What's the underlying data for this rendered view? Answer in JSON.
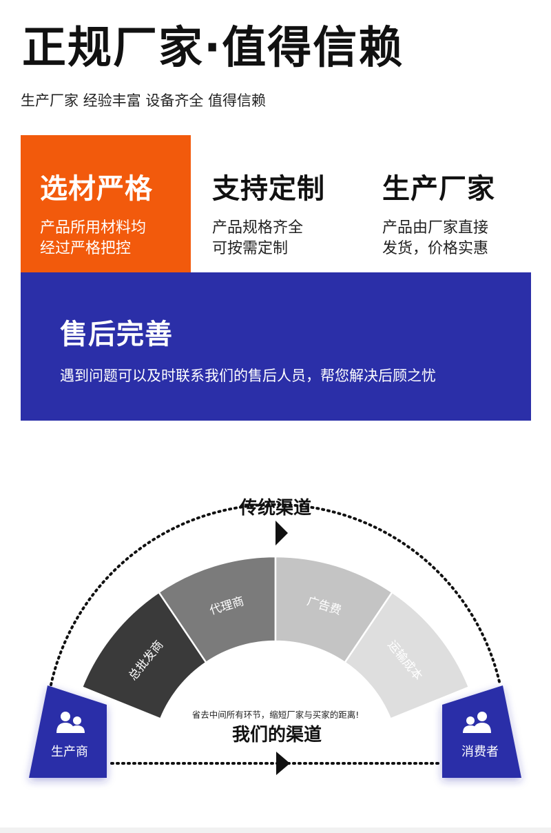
{
  "header": {
    "title": "正规厂家·值得信赖",
    "subtitle": "生产厂家 经验丰富 设备齐全 值得信赖"
  },
  "features": [
    {
      "title": "选材严格",
      "desc_lines": [
        "产品所用材料均",
        "经过严格把控"
      ]
    },
    {
      "title": "支持定制",
      "desc_lines": [
        "产品规格齐全",
        "可按需定制"
      ]
    },
    {
      "title": "生产厂家",
      "desc_lines": [
        "产品由厂家直接",
        "发货，价格实惠"
      ]
    }
  ],
  "service": {
    "title": "售后完善",
    "desc": "遇到问题可以及时联系我们的售后人员，帮您解决后顾之忧"
  },
  "channel": {
    "traditional_label": "传统渠道",
    "segments": [
      {
        "label": "总批发商",
        "color": "#3a3a3a",
        "text_color": "#ffffff"
      },
      {
        "label": "代理商",
        "color": "#7b7b7b",
        "text_color": "#ffffff"
      },
      {
        "label": "广告费",
        "color": "#c4c4c4",
        "text_color": "#ffffff"
      },
      {
        "label": "运输成本",
        "color": "#dedede",
        "text_color": "#ffffff"
      }
    ],
    "note": "省去中间所有环节，缩短厂家与买家的距离!",
    "ours_label": "我们的渠道",
    "producer_label": "生产商",
    "consumer_label": "消费者",
    "producer_icon": "people-icon",
    "consumer_icon": "people-icon"
  },
  "colors": {
    "accent_orange": "#f25a0c",
    "brand_blue": "#2b2fa8",
    "dark_text": "#111111"
  }
}
